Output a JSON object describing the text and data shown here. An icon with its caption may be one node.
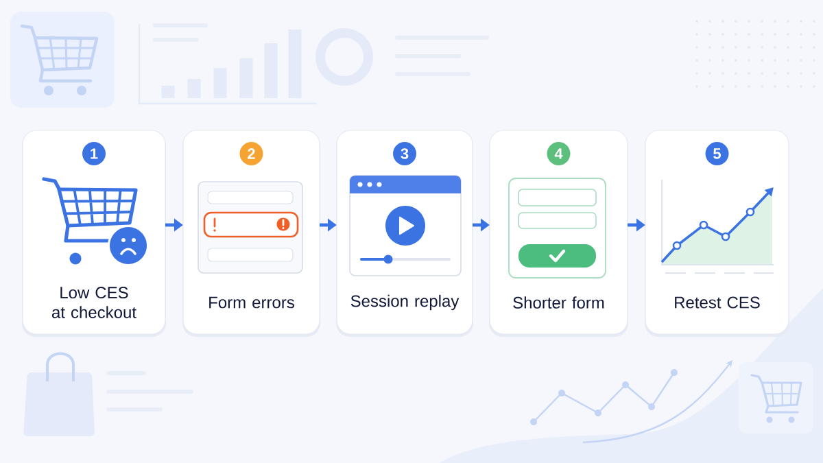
{
  "diagram": {
    "nodes": [
      {
        "text": [
          "Low CES at checkout"
        ]
      },
      {
        "text": [
          "1"
        ],
        "in": 0
      },
      {
        "text": [
          "Form errors"
        ]
      },
      {
        "text": [
          "2"
        ],
        "in": 2
      },
      {
        "text": [
          "Session replay"
        ]
      },
      {
        "text": [
          "3"
        ],
        "in": 4
      },
      {
        "text": [
          "Shorter form"
        ]
      },
      {
        "text": [
          "4"
        ],
        "in": 6
      },
      {
        "text": [
          "Retest CES"
        ]
      },
      {
        "text": [
          "5"
        ],
        "in": 8
      }
    ],
    "edges": [
      {
        "from": 0,
        "to": 2,
        "arrow": "to"
      },
      {
        "from": 2,
        "to": 4,
        "arrow": "to"
      },
      {
        "from": 4,
        "to": 6,
        "arrow": "to"
      },
      {
        "from": 6,
        "to": 8,
        "arrow": "to"
      }
    ]
  }
}
